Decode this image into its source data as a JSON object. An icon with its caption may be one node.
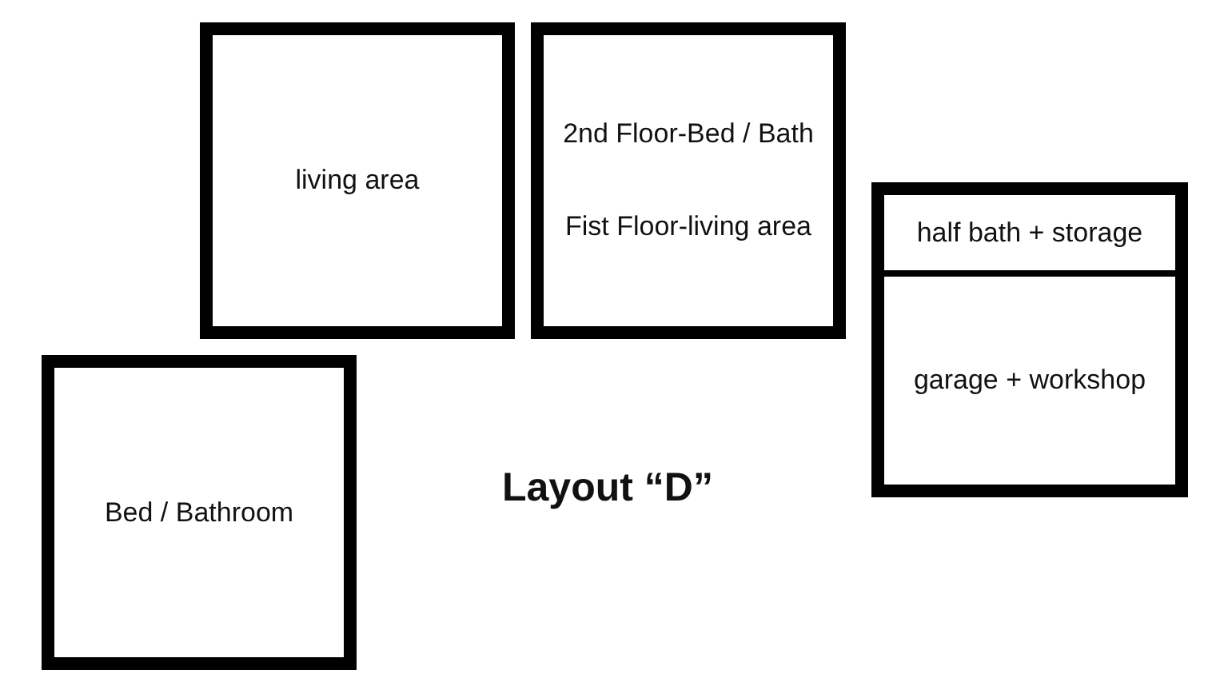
{
  "diagram": {
    "title": "Layout “D”",
    "nodes": [
      {
        "text": [
          "living area"
        ]
      },
      {
        "text": [
          "2nd Floor-Bed / Bath",
          "Fist Floor-living area"
        ]
      },
      {
        "text": [
          "half bath + storage"
        ]
      },
      {
        "text": [
          "garage + workshop"
        ]
      },
      {
        "text": [
          "Bed / Bathroom"
        ]
      }
    ]
  }
}
